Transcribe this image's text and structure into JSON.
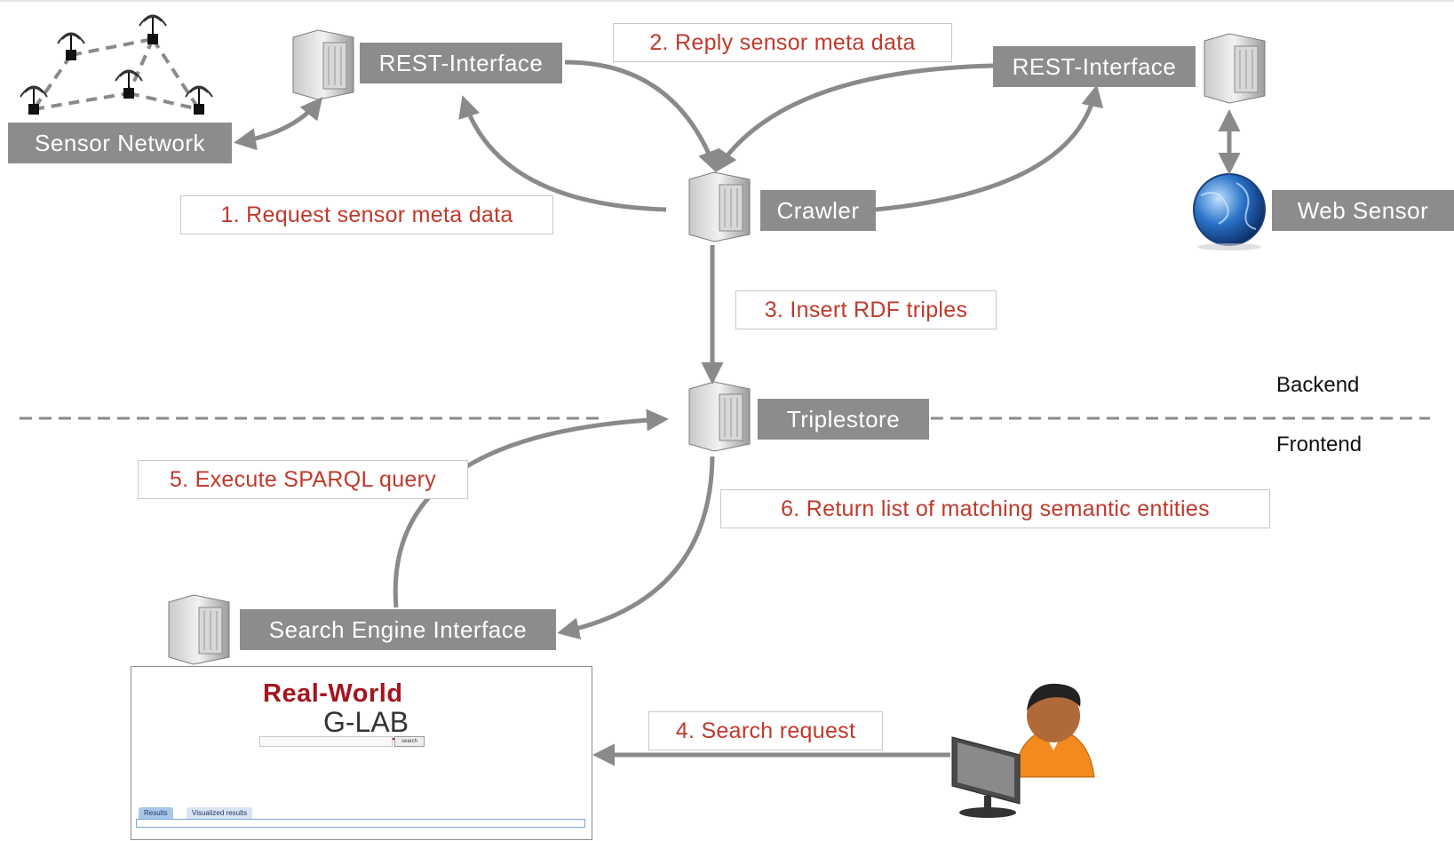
{
  "nodes": {
    "sensor_network": "Sensor Network",
    "rest_interface_left": "REST-Interface",
    "rest_interface_right": "REST-Interface",
    "crawler": "Crawler",
    "web_sensor": "Web Sensor",
    "triplestore": "Triplestore",
    "search_engine_interface": "Search Engine Interface"
  },
  "steps": {
    "step1": "1. Request sensor meta data",
    "step2": "2. Reply sensor meta data",
    "step3": "3. Insert RDF triples",
    "step4": "4. Search request",
    "step5": "5. Execute SPARQL query",
    "step6": "6. Return list of matching semantic entities"
  },
  "zones": {
    "backend": "Backend",
    "frontend": "Frontend"
  },
  "browser": {
    "logo_line1": "Real-World",
    "logo_line2": "G-LAB",
    "search_button": "search",
    "tabs": [
      "Results",
      "Visualized results"
    ]
  },
  "icons": {
    "server": "server-tower-icon",
    "antenna": "wireless-antenna-icon",
    "globe": "globe-icon",
    "user": "user-at-computer-icon"
  },
  "colors": {
    "node_fill": "#8c8c8c",
    "node_text": "#ffffff",
    "step_text": "#c0392b",
    "step_border": "#c8c8c8",
    "arrow": "#8a8a8a",
    "logo_red": "#a5141e"
  }
}
